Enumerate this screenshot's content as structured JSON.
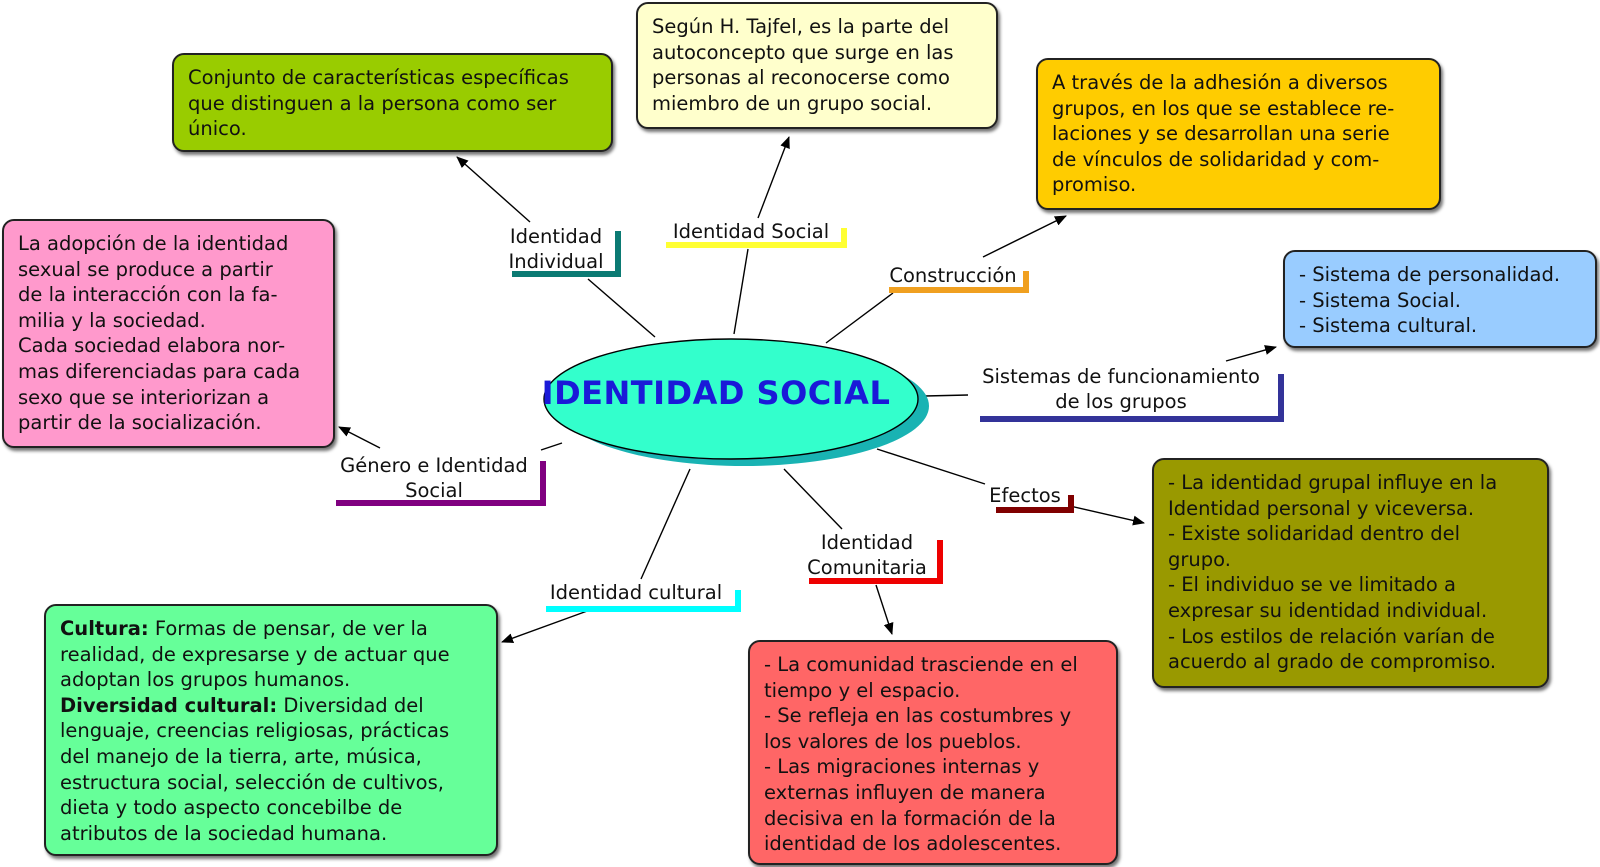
{
  "colors": {
    "green": "#99cc00",
    "cream": "#ffffcc",
    "orange": "#ffcc00",
    "blue": "#99ccff",
    "pink": "#ff99cc",
    "olive": "#999900",
    "light_green": "#66ff99",
    "red": "#ff6666",
    "center_fill": "#33ffcc",
    "center_text": "#1a1ad8"
  },
  "center": {
    "title": "IDENTIDAD SOCIAL"
  },
  "branches": {
    "individual": [
      "Identidad",
      "Individual"
    ],
    "social": [
      "Identidad Social"
    ],
    "construccion": [
      "Construcción"
    ],
    "sistemas": [
      "Sistemas de funcionamiento",
      "de los grupos"
    ],
    "efectos": [
      "Efectos"
    ],
    "comunitaria": [
      "Identidad",
      "Comunitaria"
    ],
    "cultural": [
      "Identidad cultural"
    ],
    "genero": [
      "Género e Identidad",
      "Social"
    ]
  },
  "boxes": {
    "individual": [
      "Conjunto de características específicas",
      "que distinguen a la persona como ser",
      "único."
    ],
    "social": [
      "Según H. Tajfel, es la parte del",
      "autoconcepto que surge en las",
      "personas al reconocerse como",
      "miembro de un grupo social."
    ],
    "construccion": [
      "A través de la adhesión a diversos",
      "grupos, en los que se establece re-",
      "laciones y se desarrollan una serie",
      "de vínculos de solidaridad y com-",
      "promiso."
    ],
    "sistemas": [
      "- Sistema de personalidad.",
      "- Sistema Social.",
      "- Sistema cultural."
    ],
    "genero": [
      "La adopción de la identidad",
      "sexual se produce a partir",
      "de la interacción con la fa-",
      "milia y la sociedad.",
      "Cada sociedad elabora nor-",
      "mas diferenciadas para cada",
      "sexo que se interiorizan a",
      "partir de la socialización."
    ],
    "efectos": [
      "- La identidad grupal influye en la",
      "Identidad personal y viceversa.",
      "- Existe solidaridad dentro del",
      "grupo.",
      "- El individuo se ve limitado a",
      "expresar su identidad individual.",
      "- Los estilos de relación varían de",
      "acuerdo al grado de compromiso."
    ],
    "cultural": {
      "term1": "Cultura:",
      "line1_rest": " Formas de pensar, de ver la",
      "line2": "realidad, de expresarse y de actuar que",
      "line3": "adoptan los grupos humanos.",
      "term2": "Diversidad cultural:",
      "line4_rest": " Diversidad del",
      "line5": "lenguaje, creencias religiosas, prácticas",
      "line6": "del manejo de la tierra, arte, música,",
      "line7": "estructura social, selección de cultivos,",
      "line8": "dieta y todo aspecto concebilbe de",
      "line9": "atributos de la sociedad humana."
    },
    "comunitaria": [
      "- La comunidad trasciende en el",
      "tiempo y el espacio.",
      "- Se refleja en las costumbres y",
      "los valores de los pueblos.",
      "- Las migraciones internas y",
      "externas influyen de manera",
      "decisiva en la formación de la",
      "identidad de los adolescentes."
    ]
  }
}
